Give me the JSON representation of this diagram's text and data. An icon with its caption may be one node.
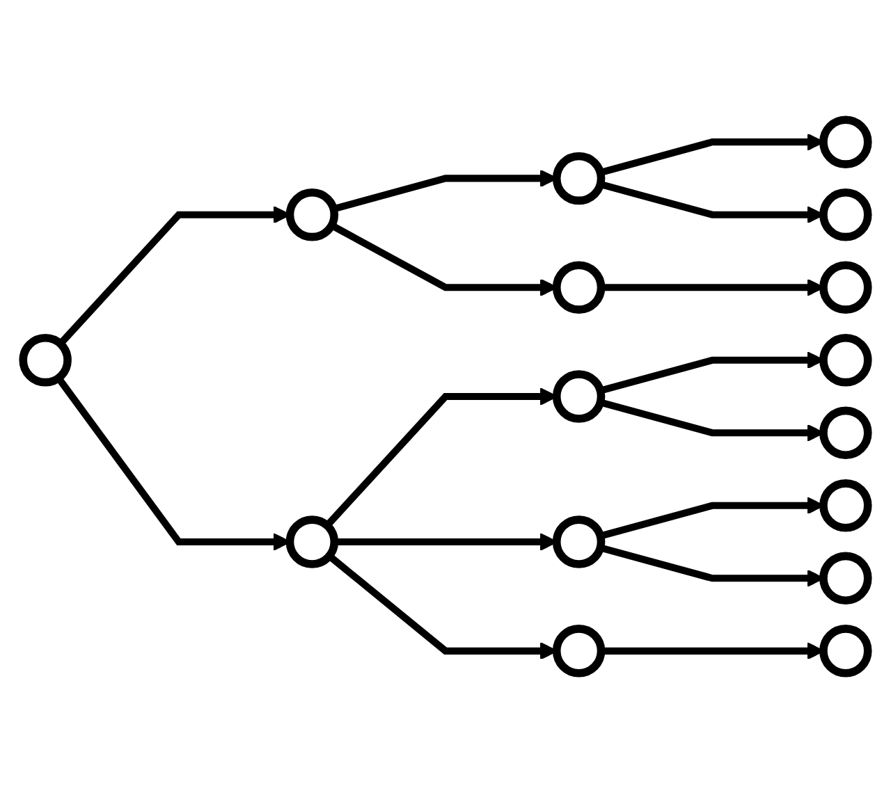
{
  "diagram": {
    "nodes": [
      {
        "text": [],
        "shape": "circle"
      },
      {
        "text": [],
        "shape": "circle"
      },
      {
        "text": [],
        "shape": "circle"
      },
      {
        "text": [],
        "shape": "circle"
      },
      {
        "text": [],
        "shape": "circle"
      },
      {
        "text": [],
        "shape": "circle"
      },
      {
        "text": [],
        "shape": "circle"
      },
      {
        "text": [],
        "shape": "circle"
      },
      {
        "text": [],
        "shape": "circle"
      },
      {
        "text": [],
        "shape": "circle"
      },
      {
        "text": [],
        "shape": "circle"
      },
      {
        "text": [],
        "shape": "circle"
      },
      {
        "text": [],
        "shape": "circle"
      },
      {
        "text": [],
        "shape": "circle"
      },
      {
        "text": [],
        "shape": "circle"
      },
      {
        "text": [],
        "shape": "circle"
      }
    ],
    "edges": [
      {
        "from": 0,
        "to": 1,
        "arrow": "to"
      },
      {
        "from": 0,
        "to": 2,
        "arrow": "to"
      },
      {
        "from": 1,
        "to": 3,
        "arrow": "to"
      },
      {
        "from": 1,
        "to": 4,
        "arrow": "to"
      },
      {
        "from": 2,
        "to": 5,
        "arrow": "to"
      },
      {
        "from": 2,
        "to": 6,
        "arrow": "to"
      },
      {
        "from": 2,
        "to": 7,
        "arrow": "to"
      },
      {
        "from": 3,
        "to": 8,
        "arrow": "to"
      },
      {
        "from": 3,
        "to": 9,
        "arrow": "to"
      },
      {
        "from": 4,
        "to": 10,
        "arrow": "to"
      },
      {
        "from": 5,
        "to": 11,
        "arrow": "to"
      },
      {
        "from": 5,
        "to": 12,
        "arrow": "to"
      },
      {
        "from": 6,
        "to": 13,
        "arrow": "to"
      },
      {
        "from": 6,
        "to": 14,
        "arrow": "to"
      },
      {
        "from": 7,
        "to": 15,
        "arrow": "to"
      }
    ]
  }
}
